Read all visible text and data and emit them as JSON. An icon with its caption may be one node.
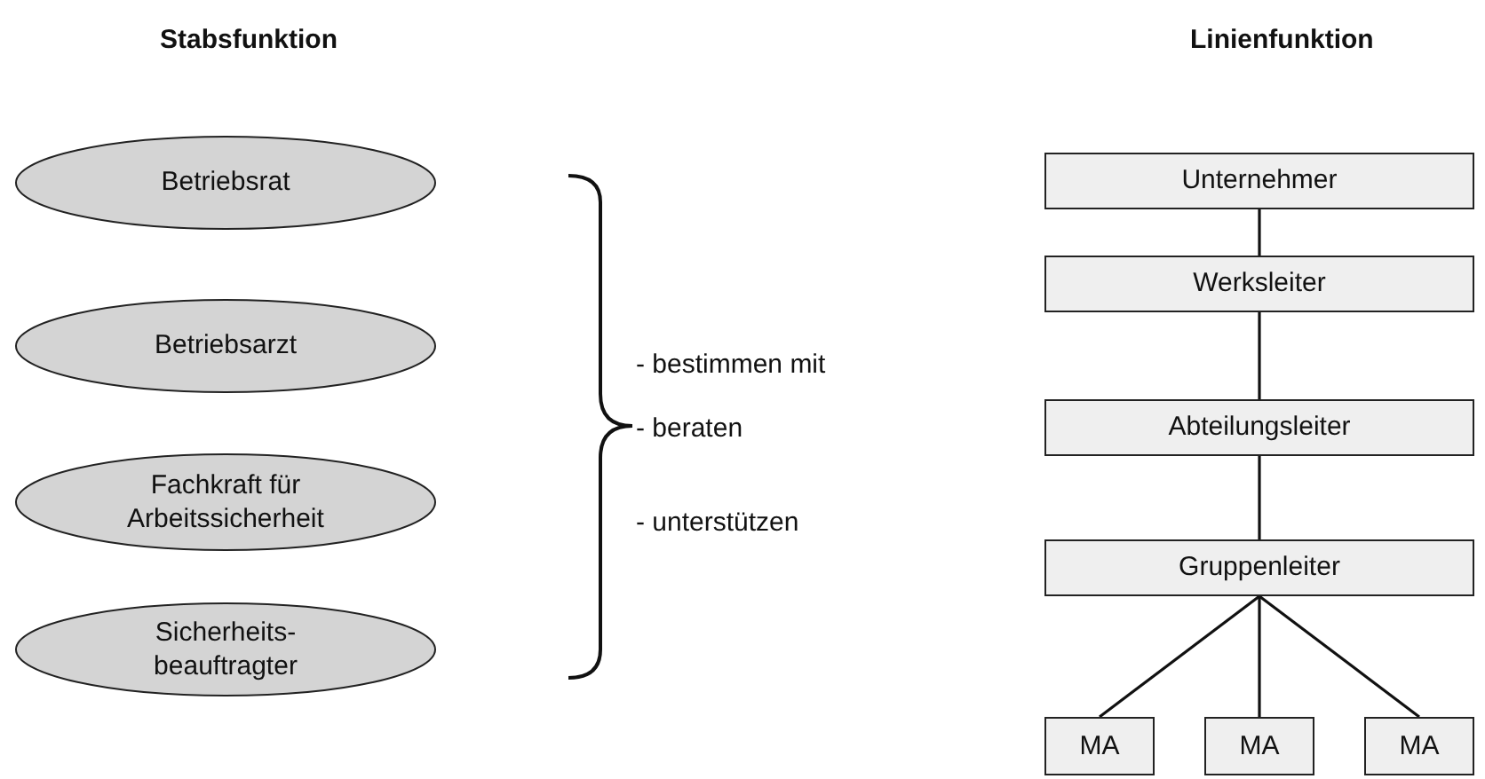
{
  "diagram": {
    "nodes": [
      {
        "text": [
          "Betriebsrat"
        ]
      },
      {
        "text": [
          "Betriebsarzt"
        ]
      },
      {
        "text": [
          "Fachkraft für Arbeitssicherheit"
        ]
      },
      {
        "text": [
          "Sicherheits- beauftragter"
        ]
      },
      {
        "text": [
          "Unternehmer"
        ]
      },
      {
        "text": [
          "Werksleiter"
        ]
      },
      {
        "text": [
          "Abteilungsleiter"
        ]
      },
      {
        "text": [
          "Gruppenleiter"
        ]
      },
      {
        "text": [
          "MA"
        ]
      },
      {
        "text": [
          "MA"
        ]
      },
      {
        "text": [
          "MA"
        ]
      }
    ],
    "edges": [
      {
        "from": 4,
        "to": 5,
        "arrow": "none"
      },
      {
        "from": 5,
        "to": 6,
        "arrow": "none"
      },
      {
        "from": 6,
        "to": 7,
        "arrow": "none"
      },
      {
        "from": 7,
        "to": 8,
        "arrow": "none"
      },
      {
        "from": 7,
        "to": 9,
        "arrow": "none"
      },
      {
        "from": 7,
        "to": 10,
        "arrow": "none"
      }
    ],
    "labels": [
      "Stabsfunktion",
      "Linienfunktion",
      "- bestimmen mit",
      "- beraten",
      "- unterstützen"
    ]
  }
}
